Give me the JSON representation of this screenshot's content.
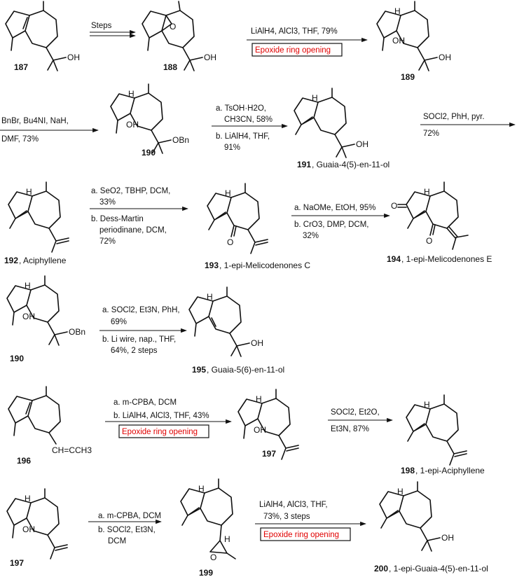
{
  "compounds": [
    {
      "id": "c187",
      "number": "187",
      "name": ""
    },
    {
      "id": "c188",
      "number": "188",
      "name": ""
    },
    {
      "id": "c189",
      "number": "189",
      "name": ""
    },
    {
      "id": "c190a",
      "number": "190",
      "name": ""
    },
    {
      "id": "c191",
      "number": "191",
      "name": ", Guaia-4(5)-en-11-ol"
    },
    {
      "id": "c192",
      "number": "192",
      "name": ", Aciphyllene"
    },
    {
      "id": "c193",
      "number": "193",
      "name": ", 1-epi-Melicodenones C"
    },
    {
      "id": "c194",
      "number": "194",
      "name": ", 1-epi-Melicodenones E"
    },
    {
      "id": "c190b",
      "number": "190",
      "name": ""
    },
    {
      "id": "c195",
      "number": "195",
      "name": ", Guaia-5(6)-en-11-ol"
    },
    {
      "id": "c196",
      "number": "196",
      "name": ""
    },
    {
      "id": "c197a",
      "number": "197",
      "name": ""
    },
    {
      "id": "c198",
      "number": "198",
      "name": ", 1-epi-Aciphyllene"
    },
    {
      "id": "c197b",
      "number": "197",
      "name": ""
    },
    {
      "id": "c199",
      "number": "199",
      "name": ""
    },
    {
      "id": "c200",
      "number": "200",
      "name": ", 1-epi-Guaia-4(5)-en-11-ol"
    }
  ],
  "reactions": [
    {
      "id": "r1",
      "double": true,
      "above": [
        "Steps"
      ],
      "below": []
    },
    {
      "id": "r2",
      "double": false,
      "above": [
        "LiAlH4, AlCl3, THF, 79%"
      ],
      "below": [],
      "highlight": "Epoxide ring opening"
    },
    {
      "id": "r3",
      "double": false,
      "above": [
        "BnBr, Bu4NI, NaH,"
      ],
      "below": [
        "DMF, 73%"
      ]
    },
    {
      "id": "r4",
      "double": false,
      "above": [
        "a. TsOH·H2O,",
        "CH3CN, 58%"
      ],
      "below": [
        "b. LiAlH4, THF,",
        "91%"
      ]
    },
    {
      "id": "r5",
      "double": false,
      "above": [
        "SOCl2, PhH, pyr."
      ],
      "below": [
        "72%"
      ]
    },
    {
      "id": "r6",
      "double": false,
      "above": [
        "a. SeO2, TBHP, DCM,",
        "33%"
      ],
      "below": [
        "b. Dess-Martin",
        "periodinane, DCM,",
        "72%"
      ]
    },
    {
      "id": "r7",
      "double": false,
      "above": [
        "a. NaOMe, EtOH, 95%"
      ],
      "below": [
        "b. CrO3, DMP, DCM,",
        "32%"
      ]
    },
    {
      "id": "r8",
      "double": false,
      "above": [
        "a. SOCl2, Et3N, PhH,",
        "69%"
      ],
      "below": [
        "b. Li wire, nap., THF,",
        "64%, 2 steps"
      ]
    },
    {
      "id": "r9",
      "double": false,
      "above": [
        "a. m-CPBA, DCM",
        "b. LiAlH4, AlCl3, THF, 43%"
      ],
      "below": [],
      "highlight": "Epoxide ring opening"
    },
    {
      "id": "r10",
      "double": false,
      "above": [
        "SOCl2, Et2O,"
      ],
      "below": [
        "Et3N, 87%"
      ]
    },
    {
      "id": "r11",
      "double": false,
      "above": [
        "a. m-CPBA, DCM",
        "b. SOCl2, Et3N,",
        "DCM"
      ],
      "below": []
    },
    {
      "id": "r12",
      "double": false,
      "above": [
        "LiAlH4, AlCl3, THF,",
        "73%, 3 steps"
      ],
      "below": [],
      "highlight": "Epoxide ring opening"
    }
  ],
  "atoms": {
    "oh": "OH",
    "obn": "OBn",
    "o": "O",
    "h": "H",
    "vinylidene": "CH=CCH3"
  },
  "colors": {
    "highlight": "#e00000",
    "ink": "#111111",
    "background": "#ffffff"
  }
}
